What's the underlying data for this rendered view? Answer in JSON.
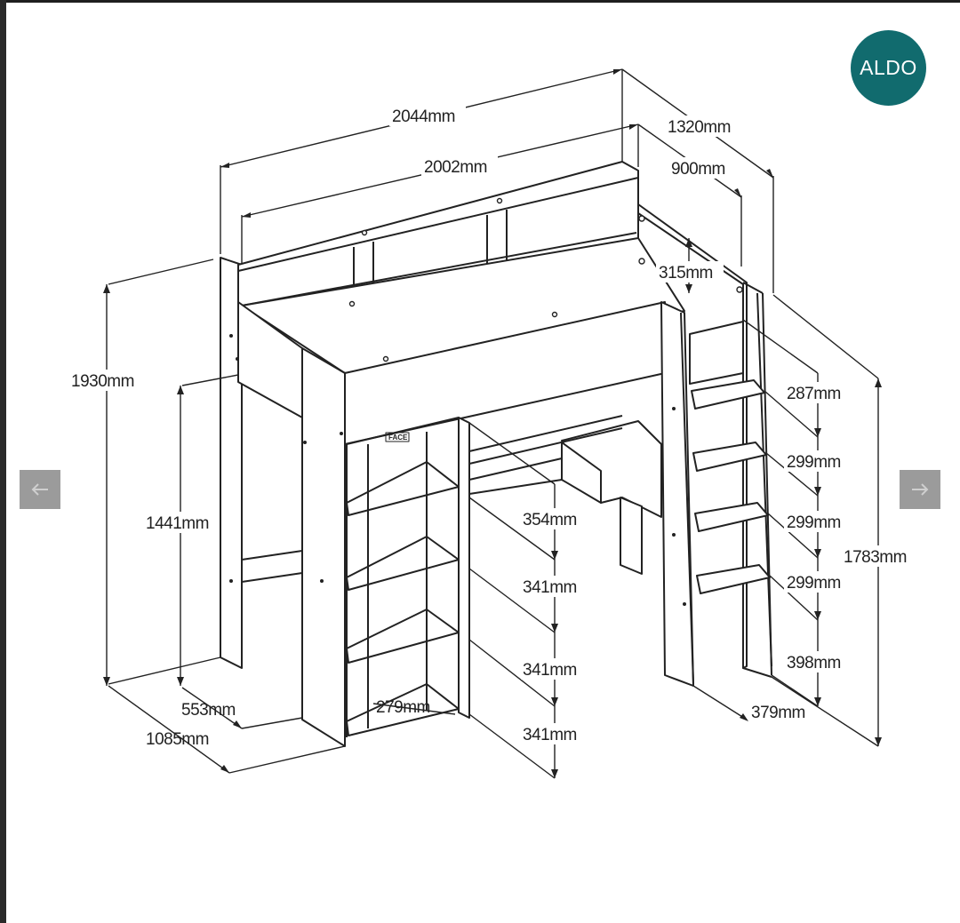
{
  "brand": {
    "logo_text": "ALDO",
    "logo_color": "#116b6e"
  },
  "navigation": {
    "prev_icon": "arrow-left-icon",
    "next_icon": "arrow-right-icon",
    "button_color": "#9b9b9b"
  },
  "drawing": {
    "face_label": "FACE",
    "dimensions": {
      "total_length": "2044mm",
      "inner_length": "2002mm",
      "total_depth": "1320mm",
      "bed_depth": "900mm",
      "shelf_height": "315mm",
      "total_height": "1930mm",
      "under_bed_height": "1441mm",
      "desk_depth": "553mm",
      "base_depth": "1085mm",
      "cabinet_width": "279mm",
      "cabinet_shelf_1": "354mm",
      "cabinet_shelf_2": "341mm",
      "cabinet_shelf_3": "341mm",
      "cabinet_shelf_4": "341mm",
      "ladder_step_1": "287mm",
      "ladder_step_2": "299mm",
      "ladder_step_3": "299mm",
      "ladder_step_4": "299mm",
      "ladder_step_5": "398mm",
      "ladder_height": "1783mm",
      "ladder_depth": "379mm"
    }
  }
}
